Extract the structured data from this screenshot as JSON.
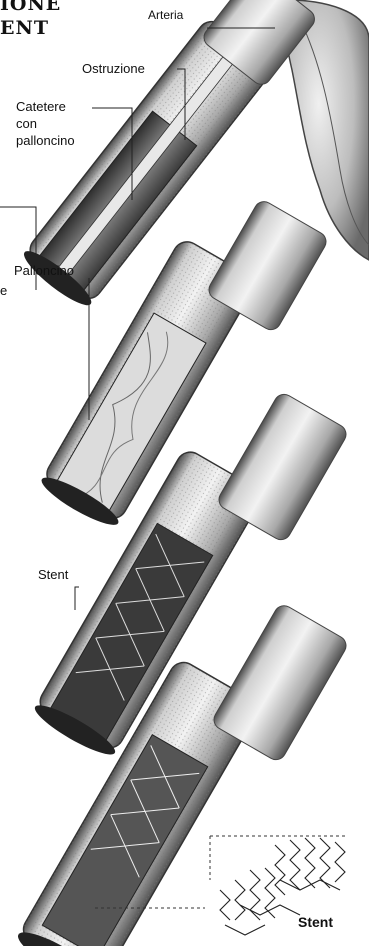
{
  "title": {
    "line1": "IONE",
    "line2": "ENT"
  },
  "labels": {
    "arteria": "Arteria",
    "ostruzione": "Ostruzione",
    "catetere_line1": "Catetere",
    "catetere_line2": "con",
    "catetere_line3": "palloncino",
    "cut_letter": "e",
    "palloncino": "Palloncino",
    "stent": "Stent",
    "stent_detail": "Stent"
  },
  "colors": {
    "artery_dark": "#3a3a3a",
    "artery_mid": "#9a9a9a",
    "artery_light": "#e6e6e6",
    "ink": "#111111"
  }
}
